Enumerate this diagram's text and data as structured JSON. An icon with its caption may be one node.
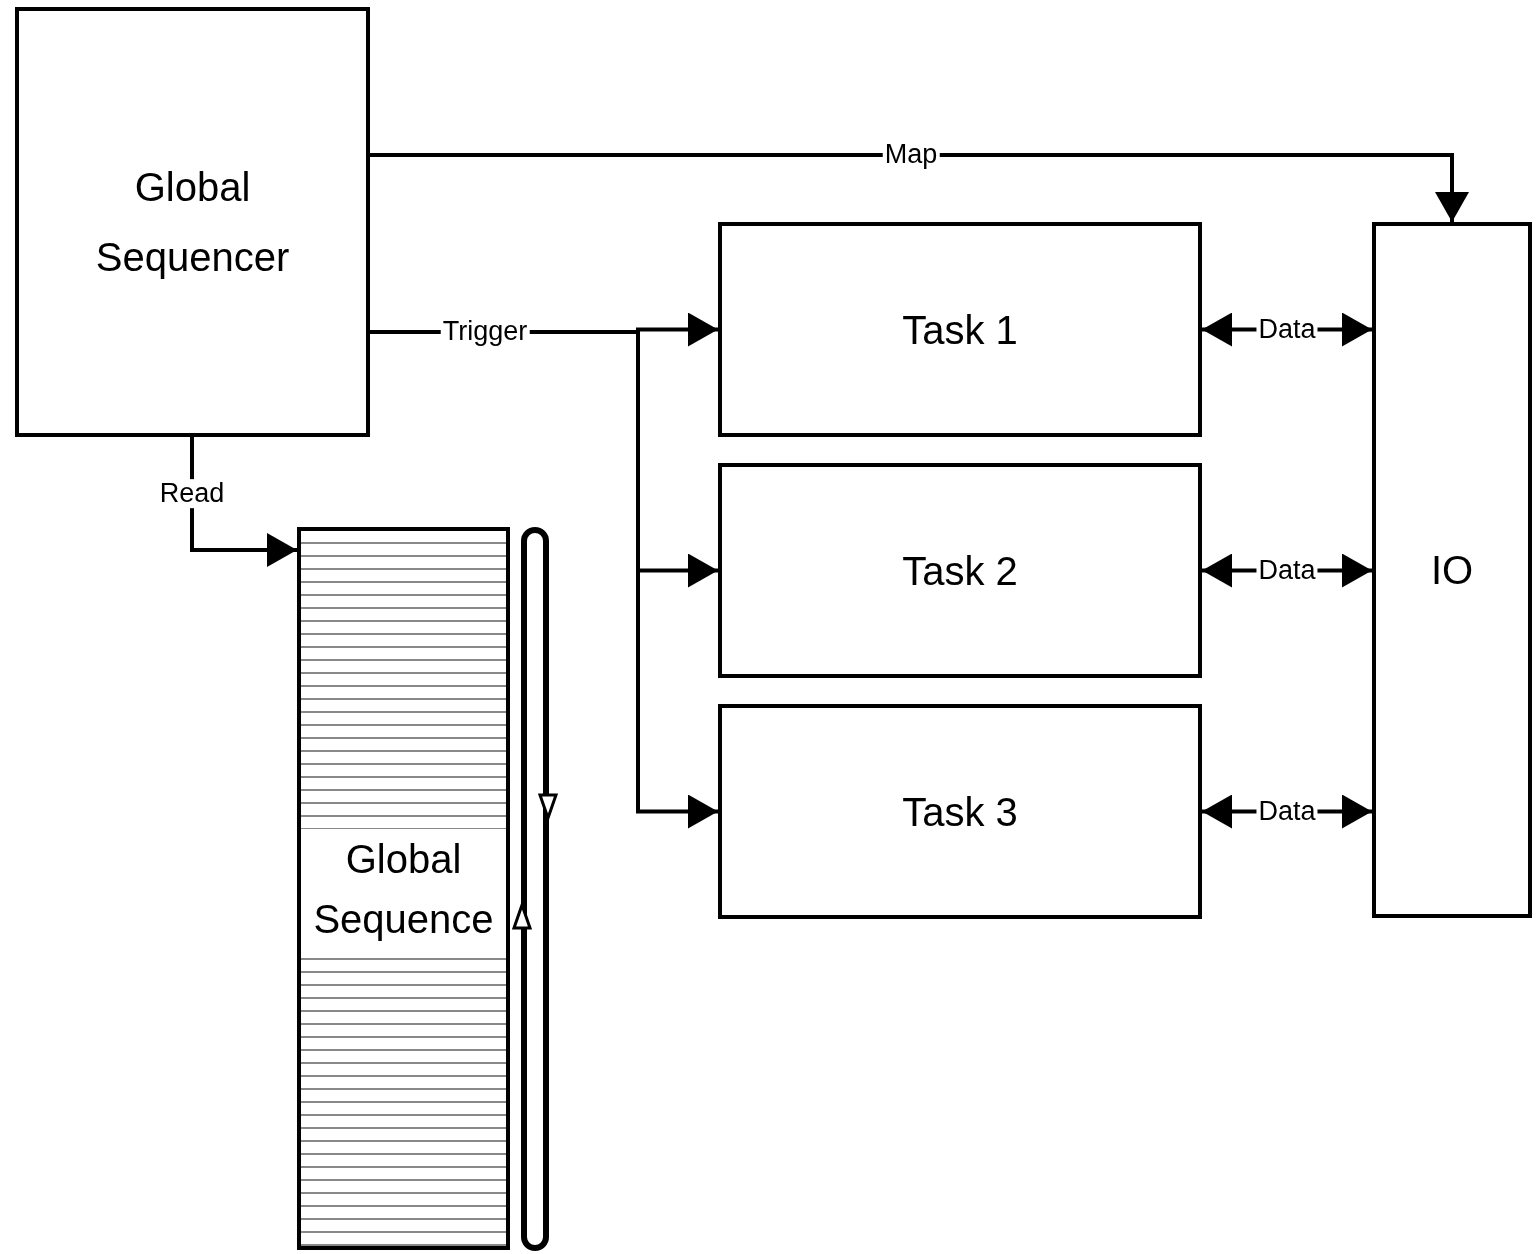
{
  "diagram": {
    "nodes": [
      {
        "text": [
          "Global Sequencer"
        ]
      },
      {
        "text": [
          "Task 1"
        ]
      },
      {
        "text": [
          "Task 2"
        ]
      },
      {
        "text": [
          "Task 3"
        ]
      },
      {
        "text": [
          "IO"
        ]
      },
      {
        "text": [
          "Global Sequence"
        ]
      }
    ],
    "edges": [
      {
        "from": 0,
        "to": 4,
        "arrow": "to",
        "label": "Map"
      },
      {
        "from": 0,
        "to": 1,
        "arrow": "to",
        "label": "Trigger"
      },
      {
        "from": 0,
        "to": 2,
        "arrow": "to"
      },
      {
        "from": 0,
        "to": 3,
        "arrow": "to"
      },
      {
        "from": 1,
        "to": 4,
        "arrow": "both",
        "label": "Data"
      },
      {
        "from": 2,
        "to": 4,
        "arrow": "both",
        "label": "Data"
      },
      {
        "from": 3,
        "to": 4,
        "arrow": "both",
        "label": "Data"
      },
      {
        "from": 0,
        "to": 5,
        "arrow": "to",
        "label": "Read"
      }
    ]
  }
}
